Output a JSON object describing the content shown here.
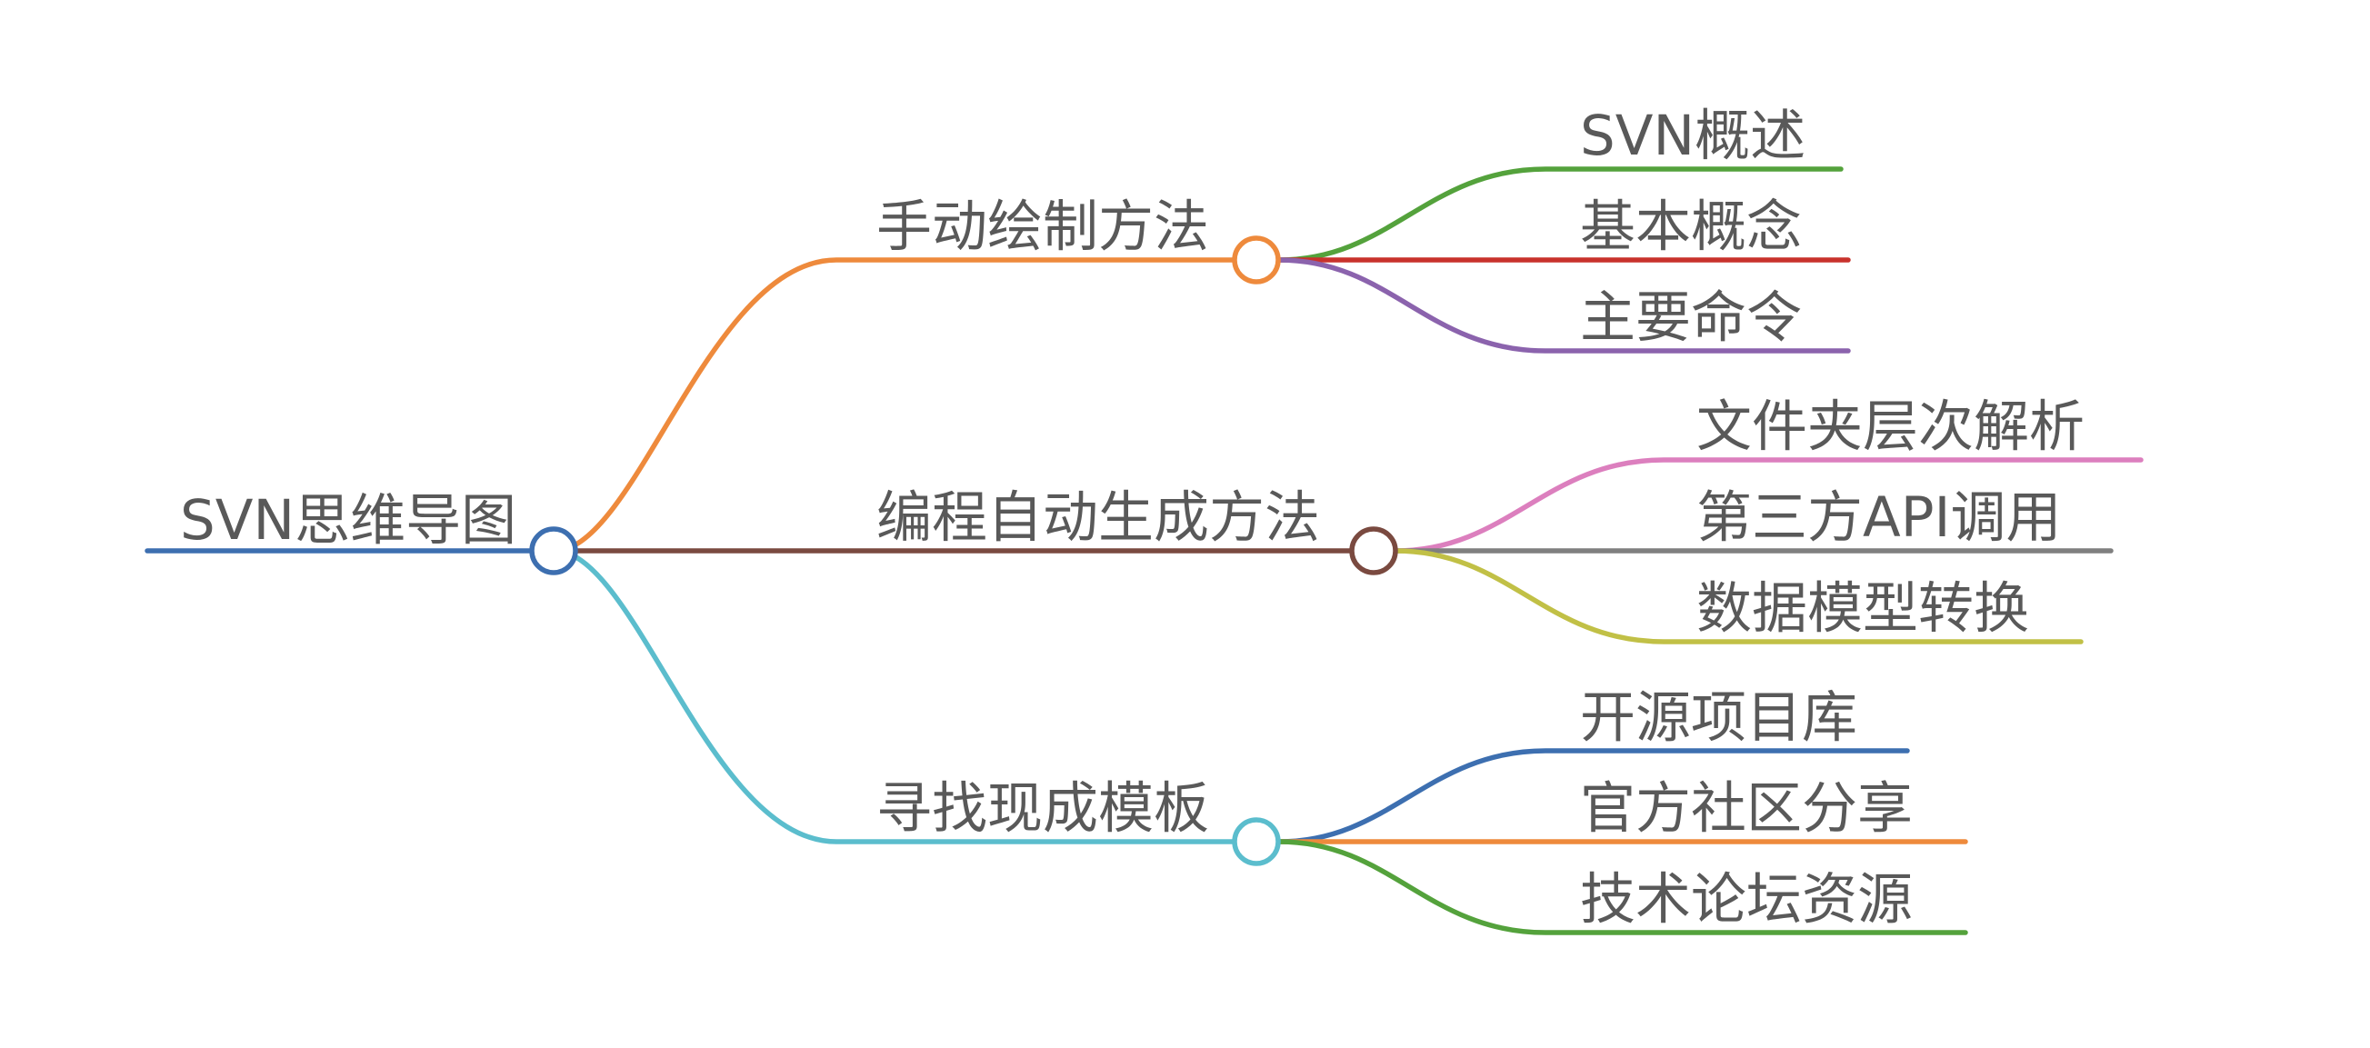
{
  "root": {
    "label": "SVN思维导图",
    "color": "#3d6fb0"
  },
  "branches": [
    {
      "label": "手动绘制方法",
      "color": "#ee8a3c",
      "children": [
        {
          "label": "SVN概述",
          "color": "#54a23c"
        },
        {
          "label": "基本概念",
          "color": "#c8322c"
        },
        {
          "label": "主要命令",
          "color": "#8b63ad"
        }
      ]
    },
    {
      "label": "编程自动生成方法",
      "color": "#7a4a40",
      "children": [
        {
          "label": "文件夹层次解析",
          "color": "#dc7fbe"
        },
        {
          "label": "第三方API调用",
          "color": "#7f7f7f"
        },
        {
          "label": "数据模型转换",
          "color": "#c1c046"
        }
      ]
    },
    {
      "label": "寻找现成模板",
      "color": "#5bbdcd",
      "children": [
        {
          "label": "开源项目库",
          "color": "#3d6fb0"
        },
        {
          "label": "官方社区分享",
          "color": "#ee8a3c"
        },
        {
          "label": "技术论坛资源",
          "color": "#54a23c"
        }
      ]
    }
  ]
}
